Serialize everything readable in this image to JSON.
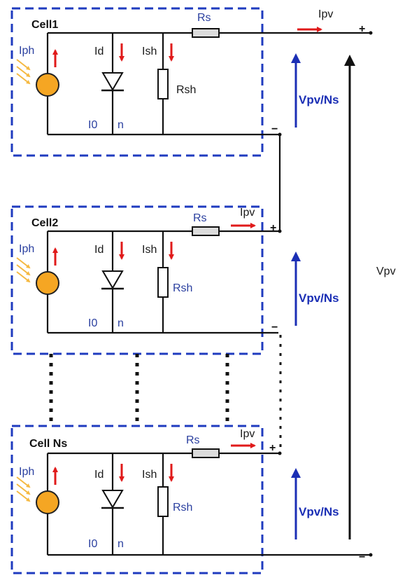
{
  "cells": [
    {
      "name": "Cell1",
      "iph": "Iph",
      "id": "Id",
      "ish": "Ish",
      "rs": "Rs",
      "rsh": "Rsh",
      "i0": "I0",
      "n": "n",
      "ipv": "Ipv",
      "plus": "+",
      "minus": "−",
      "vpv_ns": "Vpv/Ns"
    },
    {
      "name": "Cell2",
      "iph": "Iph",
      "id": "Id",
      "ish": "Ish",
      "rs": "Rs",
      "rsh": "Rsh",
      "i0": "I0",
      "n": "n",
      "ipv": "Ipv",
      "plus": "+",
      "minus": "−",
      "vpv_ns": "Vpv/Ns"
    },
    {
      "name": "Cell Ns",
      "iph": "Iph",
      "id": "Id",
      "ish": "Ish",
      "rs": "Rs",
      "rsh": "Rsh",
      "i0": "I0",
      "n": "n",
      "ipv": "Ipv",
      "plus": "+",
      "minus": "−",
      "vpv_ns": "Vpv/Ns"
    }
  ],
  "total_voltage_label": "Vpv",
  "colors": {
    "box": "#1f3bbf",
    "current_arrow": "#e01a1a",
    "voltage_arrow": "#1b2fb5",
    "source_fill": "#f5a623",
    "light_rays": "#f5b942",
    "wire": "#111111"
  },
  "icons": [
    "current-source-icon",
    "diode-icon",
    "resistor-icon",
    "light-rays-icon",
    "ellipsis-dots-icon"
  ]
}
